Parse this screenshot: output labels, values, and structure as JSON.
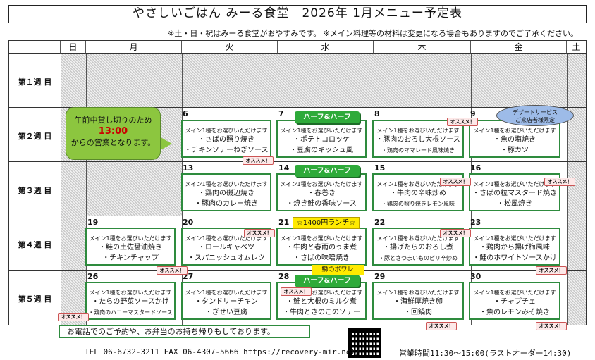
{
  "title": "やさしいごはん みーる食堂　2026年 1月メニュー予定表",
  "notice": "※土・日・祝はみーる食堂がおやすみです。 ※メイン料理等の材料は変更になる場合もありますのでご了承ください。",
  "days": [
    "日",
    "月",
    "火",
    "水",
    "木",
    "金",
    "土"
  ],
  "weeks": [
    "第１週 目",
    "第２週 目",
    "第３週 目",
    "第４週 目",
    "第５週 目"
  ],
  "caption": "メイン1種をお選びいただけます",
  "half": "ハーフ&ハーフ",
  "recommend": "オススメ！",
  "closed_bubble": {
    "line1": "午前中貸し切りのため",
    "time": "13:00",
    "line2": "からの営業となります。"
  },
  "dessert": {
    "line1": "デザートサービス",
    "line2": "ご来店者様限定"
  },
  "special": "☆1400円ランチ☆",
  "buri": "鰤のボワレ",
  "cells": {
    "d6": {
      "date": "6",
      "items": [
        "・さばの照り焼き",
        "・チキンソテーねぎソース"
      ]
    },
    "d7": {
      "date": "7",
      "items": [
        "・ポテトコロッケ",
        "・豆腐のキッシュ風"
      ]
    },
    "d8": {
      "date": "8",
      "items": [
        "・豚肉のおろし大根ソース",
        "・鶏肉のママレード風味焼き"
      ]
    },
    "d9": {
      "date": "9",
      "items": [
        "・魚の塩焼き",
        "・豚カツ"
      ]
    },
    "d13": {
      "date": "13",
      "items": [
        "・鶏肉の磯辺焼き",
        "・豚肉のカレー焼き"
      ]
    },
    "d14": {
      "date": "14",
      "items": [
        "・春巻き",
        "・焼き鮭の香味ソース"
      ]
    },
    "d15": {
      "date": "15",
      "items": [
        "・牛肉の辛味炒め",
        "・鶏肉の照り焼きレモン風味"
      ]
    },
    "d16": {
      "date": "16",
      "items": [
        "・さばの粒マスタード焼き",
        "・松風焼き"
      ]
    },
    "d19": {
      "date": "19",
      "items": [
        "・鮭の土佐醤油焼き",
        "・チキンチャップ"
      ]
    },
    "d20": {
      "date": "20",
      "items": [
        "・ロールキャベツ",
        "・スパニッシュオムレツ"
      ]
    },
    "d21": {
      "date": "21",
      "items": [
        "・牛肉と春雨のうま煮",
        "・さばの味噌焼き"
      ]
    },
    "d22": {
      "date": "22",
      "items": [
        "・揚げたらのおろし煮",
        "・豚とさつまいものピリ辛炒め"
      ]
    },
    "d23": {
      "date": "23",
      "items": [
        "・鶏肉から揚げ梅風味",
        "・鮭のホワイトソースかけ"
      ]
    },
    "d26": {
      "date": "26",
      "items": [
        "・たらの野菜ソースかけ",
        "・鶏肉のハニーマスタードソース"
      ]
    },
    "d27": {
      "date": "27",
      "items": [
        "・タンドリーチキン",
        "・ぎせい豆腐"
      ]
    },
    "d28": {
      "date": "28",
      "items": [
        "・鮭と大根のミルク煮",
        "・牛肉ときのこのソテー"
      ]
    },
    "d29": {
      "date": "29",
      "items": [
        "・海鮮厚焼き卵",
        "・回鍋肉"
      ]
    },
    "d30": {
      "date": "30",
      "items": [
        "・チャプチェ",
        "・魚のレモンみそ焼き"
      ]
    }
  },
  "footnote": "お電話でのご予約や、お弁当のお持ち帰りもしております。",
  "contact": "TEL 06-6732-3211  FAX 06-4307-5666   https://recovery-mir.net/",
  "hours": "営業時間11:30～15:00(ラストオーダー14:30)"
}
